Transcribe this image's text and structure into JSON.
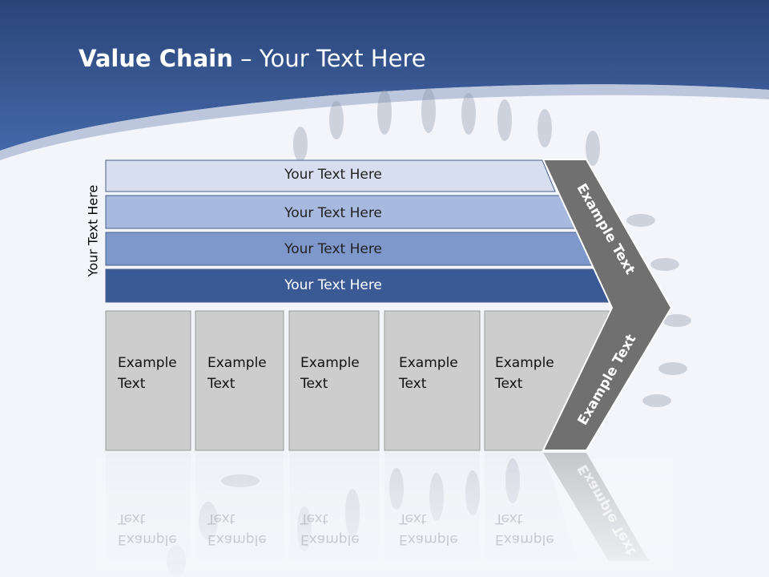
{
  "slide": {
    "title_bold": "Value Chain",
    "title_rest": " – Your Text Here",
    "side_label": "Your Text Here"
  },
  "bars": [
    {
      "label": "Your Text Here",
      "fill": "#d6deef",
      "text_color": "#222222"
    },
    {
      "label": "Your Text Here",
      "fill": "#a7b9de",
      "text_color": "#222222"
    },
    {
      "label": "Your Text Here",
      "fill": "#7e98cb",
      "text_color": "#222222"
    },
    {
      "label": "Your Text Here",
      "fill": "#3a5a96",
      "text_color": "#ffffff"
    }
  ],
  "cells": [
    {
      "line1": "Example",
      "line2": "Text"
    },
    {
      "line1": "Example",
      "line2": "Text"
    },
    {
      "line1": "Example",
      "line2": "Text"
    },
    {
      "line1": "Example",
      "line2": "Text"
    },
    {
      "line1": "Example",
      "line2": "Text"
    }
  ],
  "chevron": {
    "upper_label": "Example Text",
    "lower_label": "Example Text",
    "fill": "#707070"
  },
  "colors": {
    "header_dark": "#2c4a7e",
    "header_light": "#4366a5",
    "cell_fill": "#cdcdcd",
    "cell_border": "#9a9a9a"
  }
}
